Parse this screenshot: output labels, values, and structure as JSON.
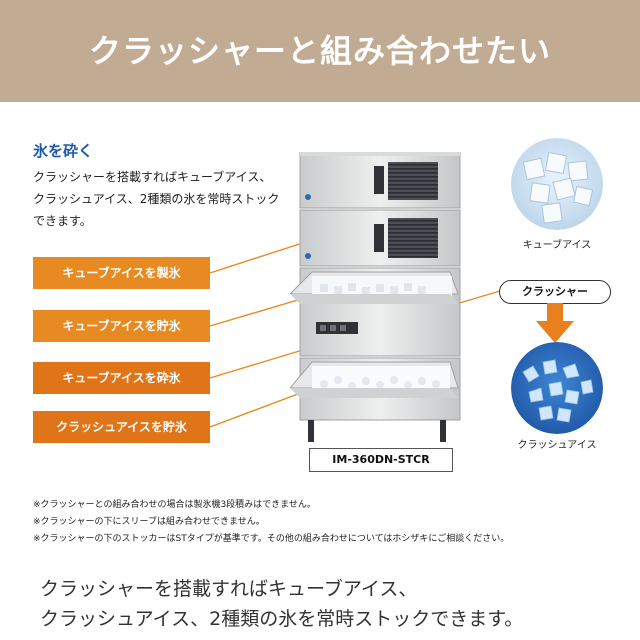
{
  "banner": {
    "title": "クラッシャーと組み合わせたい"
  },
  "section": {
    "title": "氷を砕く",
    "description": "クラッシャーを搭載すればキューブアイス、クラッシュアイス、2種類の氷を常時ストックできます。"
  },
  "labels": [
    "キューブアイスを製氷",
    "キューブアイスを貯氷",
    "キューブアイスを砕氷",
    "クラッシュアイスを貯氷"
  ],
  "model": "IM-360DN-STCR",
  "right_panel": {
    "cube_caption": "キューブアイス",
    "crusher_tag": "クラッシャー",
    "crush_caption": "クラッシュアイス"
  },
  "notes": [
    "※クラッシャーとの組み合わせの場合は製氷機3段積みはできません。",
    "※クラッシャーの下にスリーブは組み合わせできません。",
    "※クラッシャーの下のストッカーはSTタイプが基準です。その他の組み合わせについてはホシザキにご相談ください。"
  ],
  "summary": [
    "クラッシャーを搭載すればキューブアイス、",
    "クラッシュアイス、2種類の氷を常時ストックできます。"
  ],
  "colors": {
    "banner": "#c2ab93",
    "accent_orange": "#e88a22",
    "title_blue": "#1e5aa8"
  }
}
